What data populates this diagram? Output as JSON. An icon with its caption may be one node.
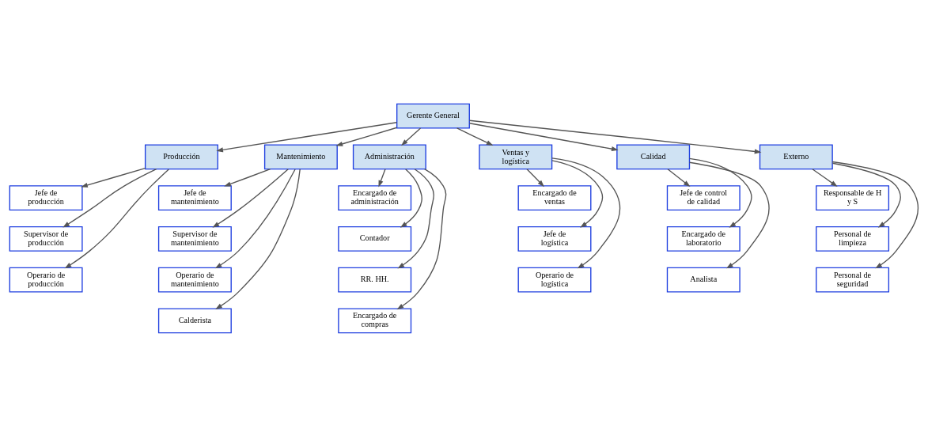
{
  "diagram": {
    "nodes": [
      {
        "text": [
          "Gerente General"
        ]
      },
      {
        "text": [
          "Producción"
        ]
      },
      {
        "text": [
          "Mantenimiento"
        ]
      },
      {
        "text": [
          "Administración"
        ]
      },
      {
        "text": [
          "Ventas y logística"
        ]
      },
      {
        "text": [
          "Calidad"
        ]
      },
      {
        "text": [
          "Externo"
        ]
      },
      {
        "text": [
          "Jefe de producción"
        ]
      },
      {
        "text": [
          "Supervisor de producción"
        ]
      },
      {
        "text": [
          "Operario de producción"
        ]
      },
      {
        "text": [
          "Jefe de mantenimiento"
        ]
      },
      {
        "text": [
          "Supervisor de mantenimiento"
        ]
      },
      {
        "text": [
          "Operario de mantenimiento"
        ]
      },
      {
        "text": [
          "Calderista"
        ]
      },
      {
        "text": [
          "Encargado de administración"
        ]
      },
      {
        "text": [
          "Contador"
        ]
      },
      {
        "text": [
          "RR. HH."
        ]
      },
      {
        "text": [
          "Encargado de compras"
        ]
      },
      {
        "text": [
          "Encargado de ventas"
        ]
      },
      {
        "text": [
          "Jefe de logística"
        ]
      },
      {
        "text": [
          "Operario de logística"
        ]
      },
      {
        "text": [
          "Jefe de control de calidad"
        ]
      },
      {
        "text": [
          "Encargado de laboratorio"
        ]
      },
      {
        "text": [
          "Analista"
        ]
      },
      {
        "text": [
          "Responsable de H y S"
        ]
      },
      {
        "text": [
          "Personal de limpieza"
        ]
      },
      {
        "text": [
          "Personal de seguridad"
        ]
      }
    ],
    "edges": [
      {
        "from": 0,
        "to": 1,
        "arrow": "to"
      },
      {
        "from": 0,
        "to": 2,
        "arrow": "to"
      },
      {
        "from": 0,
        "to": 3,
        "arrow": "to"
      },
      {
        "from": 0,
        "to": 4,
        "arrow": "to"
      },
      {
        "from": 0,
        "to": 5,
        "arrow": "to"
      },
      {
        "from": 0,
        "to": 6,
        "arrow": "to"
      },
      {
        "from": 1,
        "to": 7,
        "arrow": "to"
      },
      {
        "from": 1,
        "to": 8,
        "arrow": "to"
      },
      {
        "from": 1,
        "to": 9,
        "arrow": "to"
      },
      {
        "from": 2,
        "to": 10,
        "arrow": "to"
      },
      {
        "from": 2,
        "to": 11,
        "arrow": "to"
      },
      {
        "from": 2,
        "to": 12,
        "arrow": "to"
      },
      {
        "from": 2,
        "to": 13,
        "arrow": "to"
      },
      {
        "from": 3,
        "to": 14,
        "arrow": "to"
      },
      {
        "from": 3,
        "to": 15,
        "arrow": "to"
      },
      {
        "from": 3,
        "to": 16,
        "arrow": "to"
      },
      {
        "from": 3,
        "to": 17,
        "arrow": "to"
      },
      {
        "from": 4,
        "to": 18,
        "arrow": "to"
      },
      {
        "from": 4,
        "to": 19,
        "arrow": "to"
      },
      {
        "from": 4,
        "to": 20,
        "arrow": "to"
      },
      {
        "from": 5,
        "to": 21,
        "arrow": "to"
      },
      {
        "from": 5,
        "to": 22,
        "arrow": "to"
      },
      {
        "from": 5,
        "to": 23,
        "arrow": "to"
      },
      {
        "from": 6,
        "to": 24,
        "arrow": "to"
      },
      {
        "from": 6,
        "to": 25,
        "arrow": "to"
      },
      {
        "from": 6,
        "to": 26,
        "arrow": "to"
      }
    ]
  }
}
